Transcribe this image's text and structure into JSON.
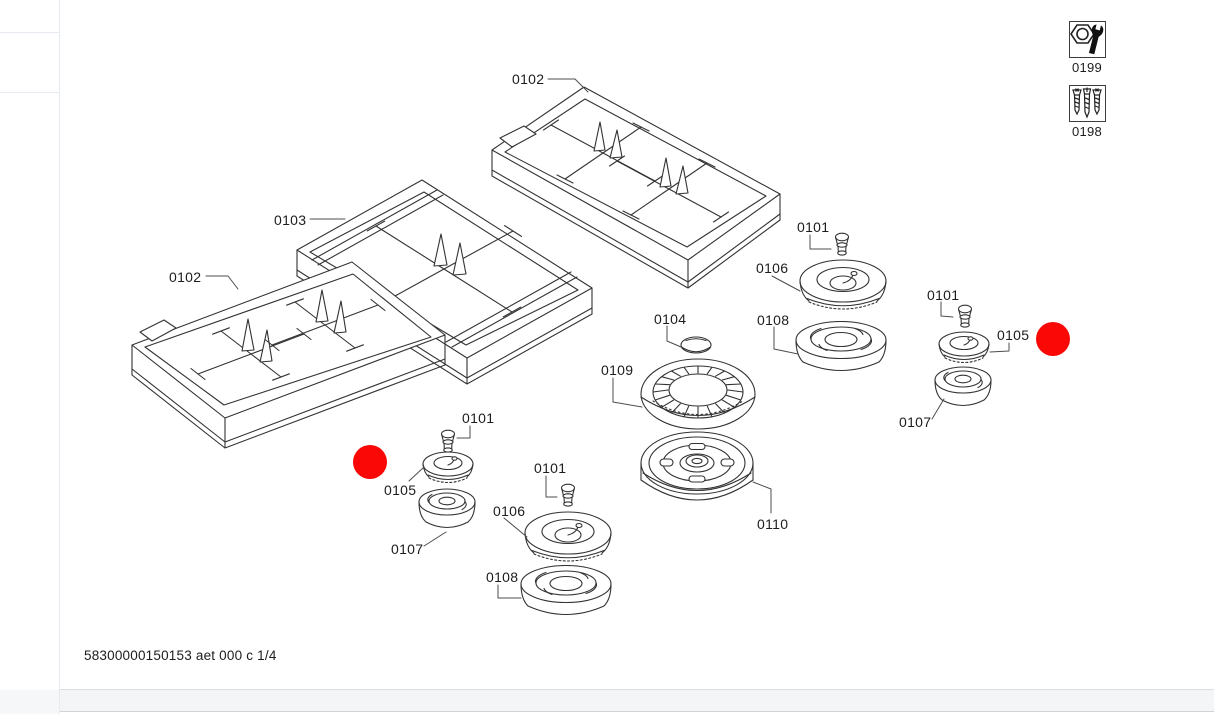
{
  "diagram": {
    "doc_ref": "58300000150153 aet 000 c 1/4",
    "stroke_color": "#333333",
    "marker_color": "#f90805",
    "callouts": [
      {
        "text": "0102",
        "target": "pan-support-top"
      },
      {
        "text": "0103",
        "target": "pan-support-middle"
      },
      {
        "text": "0102",
        "target": "pan-support-left"
      },
      {
        "text": "0101",
        "target": "jet-screw-right-large"
      },
      {
        "text": "0106",
        "target": "burner-head-right"
      },
      {
        "text": "0108",
        "target": "burner-base-right"
      },
      {
        "text": "0101",
        "target": "jet-screw-right-small"
      },
      {
        "text": "0105",
        "target": "burner-head-small-right"
      },
      {
        "text": "0107",
        "target": "burner-base-small-right"
      },
      {
        "text": "0104",
        "target": "burner-cap-center"
      },
      {
        "text": "0109",
        "target": "burner-ring-center"
      },
      {
        "text": "0110",
        "target": "burner-base-center"
      },
      {
        "text": "0101",
        "target": "jet-screw-left-small"
      },
      {
        "text": "0105",
        "target": "burner-head-small-left"
      },
      {
        "text": "0107",
        "target": "burner-base-small-left"
      },
      {
        "text": "0101",
        "target": "jet-screw-left-mid"
      },
      {
        "text": "0106",
        "target": "burner-head-left"
      },
      {
        "text": "0108",
        "target": "burner-base-left"
      }
    ],
    "accessory_items": [
      {
        "label": "0199",
        "icon": "wrench-nut-icon"
      },
      {
        "label": "0198",
        "icon": "screws-icon"
      }
    ]
  }
}
